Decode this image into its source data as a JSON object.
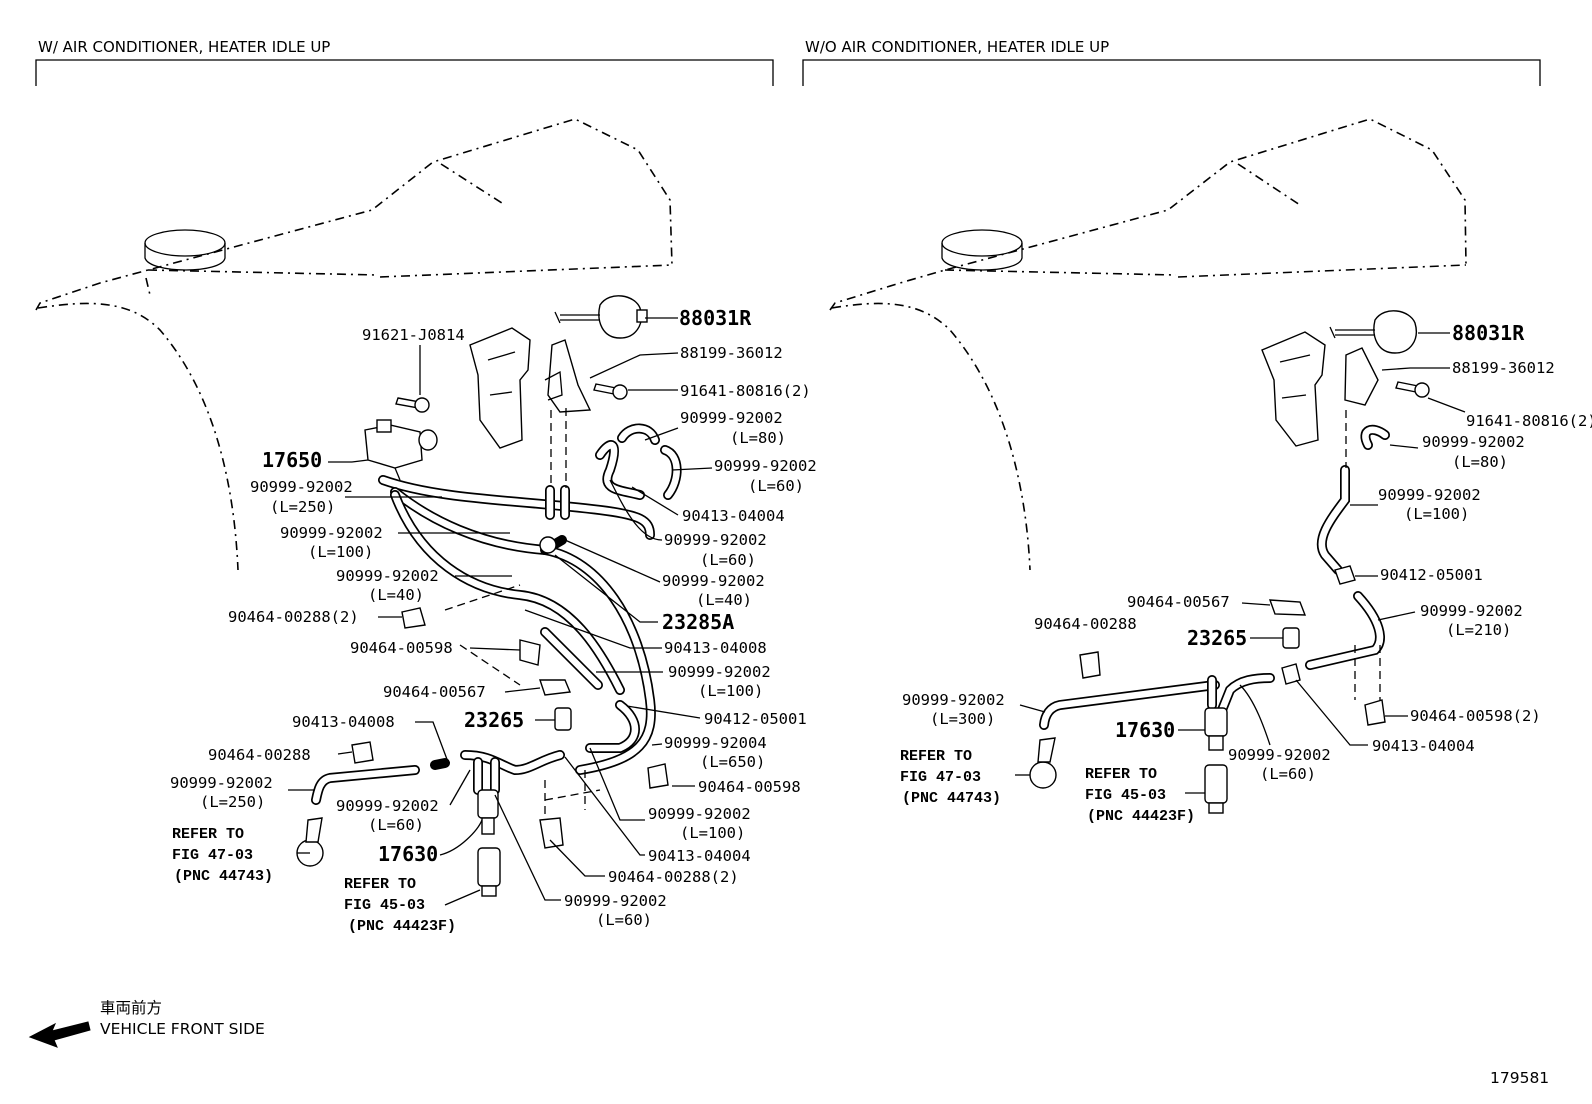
{
  "left_panel": {
    "title": "W/ AIR CONDITIONER, HEATER IDLE UP",
    "labels": {
      "p88031r": "88031R",
      "p88199": "88199-36012",
      "p91621": "91621-J0814",
      "p91641": "91641-80816(2)",
      "h80": "90999-92002",
      "h80_len": "(L=80)",
      "p17650": "17650",
      "h60a": "90999-92002",
      "h60a_len": "(L=60)",
      "h250a": "90999-92002",
      "h250a_len": "(L=250)",
      "p90413_04004a": "90413-04004",
      "h100a": "90999-92002",
      "h100a_len": "(L=100)",
      "h60b": "90999-92002",
      "h60b_len": "(L=60)",
      "h40a": "90999-92002",
      "h40a_len": "(L=40)",
      "h40b": "90999-92002",
      "h40b_len": "(L=40)",
      "p23285a": "23285A",
      "p90464_00288_2a": "90464-00288(2)",
      "p90413_04008a": "90413-04008",
      "p90464_00598a": "90464-00598",
      "h100b": "90999-92002",
      "h100b_len": "(L=100)",
      "p90464_00567": "90464-00567",
      "p90412_05001": "90412-05001",
      "p23265": "23265",
      "p90413_04008b": "90413-04008",
      "h650": "90999-92004",
      "h650_len": "(L=650)",
      "p90464_00288": "90464-00288",
      "p90464_00598b": "90464-00598",
      "h250b": "90999-92002",
      "h250b_len": "(L=250)",
      "h60c": "90999-92002",
      "h60c_len": "(L=60)",
      "h100c": "90999-92002",
      "h100c_len": "(L=100)",
      "p17630": "17630",
      "p90413_04004b": "90413-04004",
      "p90464_00288_2b": "90464-00288(2)",
      "h60d": "90999-92002",
      "h60d_len": "(L=60)",
      "ref47_a": "REFER TO",
      "ref47_b": "FIG 47-03",
      "ref47_c": "(PNC 44743)",
      "ref45_a": "REFER TO",
      "ref45_b": "FIG 45-03",
      "ref45_c": "(PNC 44423F)"
    }
  },
  "right_panel": {
    "title": "W/O AIR CONDITIONER, HEATER IDLE UP",
    "labels": {
      "p88031r": "88031R",
      "p88199": "88199-36012",
      "p91641": "91641-80816(2)",
      "h80": "90999-92002",
      "h80_len": "(L=80)",
      "h100": "90999-92002",
      "h100_len": "(L=100)",
      "p90412_05001": "90412-05001",
      "p90464_00567": "90464-00567",
      "h210": "90999-92002",
      "h210_len": "(L=210)",
      "p90464_00288": "90464-00288",
      "p23265": "23265",
      "h300": "90999-92002",
      "h300_len": "(L=300)",
      "p17630": "17630",
      "p90464_00598_2": "90464-00598(2)",
      "h60": "90999-92002",
      "h60_len": "(L=60)",
      "p90413_04004": "90413-04004",
      "ref47_a": "REFER TO",
      "ref47_b": "FIG 47-03",
      "ref47_c": "(PNC 44743)",
      "ref45_a": "REFER TO",
      "ref45_b": "FIG 45-03",
      "ref45_c": "(PNC 44423F)"
    }
  },
  "footer": {
    "front_jp": "車両前方",
    "front_en": "VEHICLE FRONT SIDE",
    "figure_number": "179581"
  }
}
